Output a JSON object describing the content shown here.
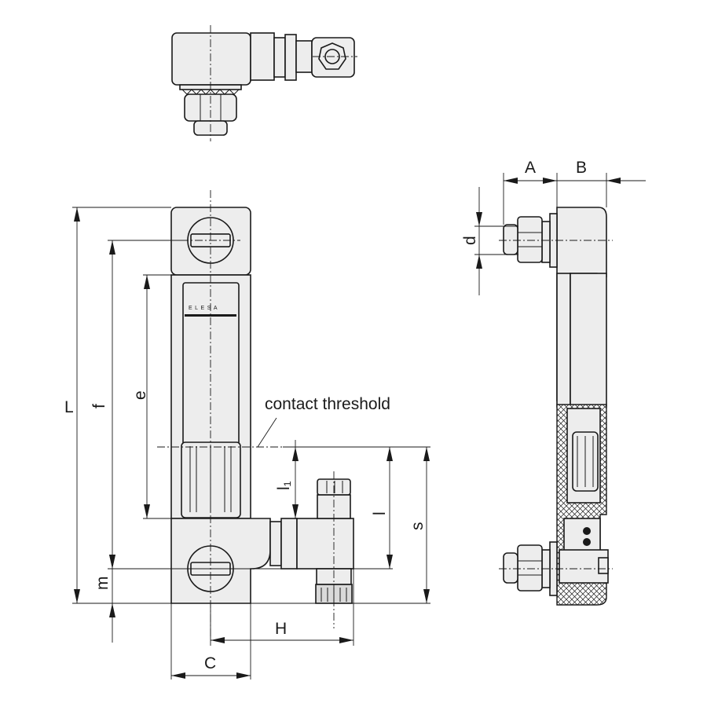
{
  "labels": {
    "L": "L",
    "f": "f",
    "e": "e",
    "m": "m",
    "l1": "l₁",
    "l": "l",
    "s": "s",
    "H": "H",
    "C": "C",
    "A": "A",
    "B": "B",
    "d": "d",
    "contact_threshold": "contact threshold",
    "brand": "ELESA"
  },
  "colors": {
    "line": "#1a1a1a",
    "part_fill": "#ededed",
    "background": "#ffffff"
  }
}
